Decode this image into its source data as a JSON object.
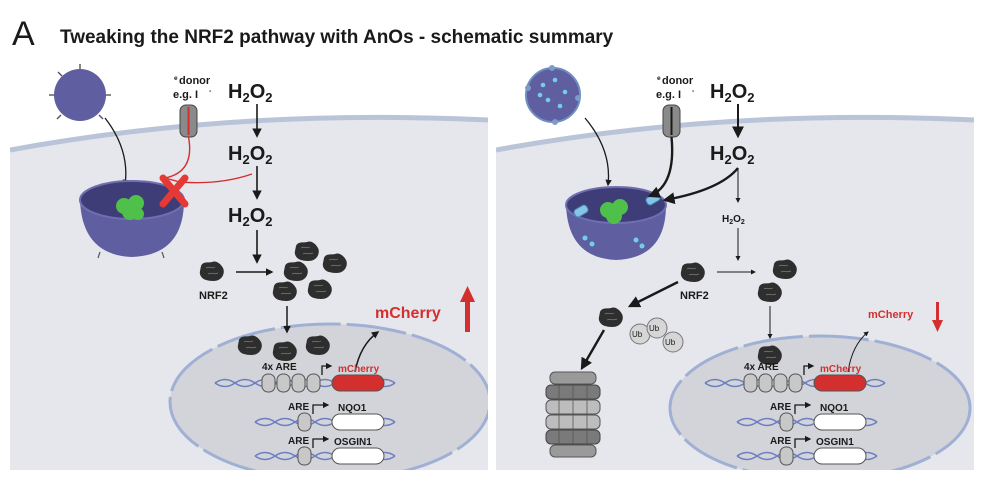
{
  "figure": {
    "panel_letter": "A",
    "title": "Tweaking the NRF2 pathway with AnOs - schematic summary"
  },
  "left": {
    "donor_line1": "donor",
    "donor_line2": "e.g. I",
    "donor_sup_e": "e",
    "donor_sup_minus": "-",
    "h2o2": [
      "H",
      "2",
      "O",
      "2"
    ],
    "nrf2": "NRF2",
    "mcherry_big": "mCherry",
    "are_4x": "4x ARE",
    "mcherry_gene": "mCherry",
    "are": "ARE",
    "nqo1": "NQO1",
    "osgin1": "OSGIN1"
  },
  "right": {
    "donor_line1": "donor",
    "donor_line2": "e.g. I",
    "donor_sup_e": "e",
    "donor_sup_minus": "-",
    "h2o2": [
      "H",
      "2",
      "O",
      "2"
    ],
    "h2o2_small": [
      "H",
      "2",
      "O",
      "2"
    ],
    "nrf2": "NRF2",
    "ub": "Ub",
    "mcherry_small": "mCherry",
    "are_4x": "4x ARE",
    "mcherry_gene": "mCherry",
    "are": "ARE",
    "nqo1": "NQO1",
    "osgin1": "OSGIN1"
  },
  "colors": {
    "cell": "#e6e7ec",
    "membrane": "#b9c4d8",
    "vesicle": "#5f5ea0",
    "cargo": "#4fc04a",
    "nucleus": "#d3d4d9",
    "dna": "#6d7fc0",
    "red": "#d32f2f",
    "protein": "#2e2e2e"
  },
  "icons": [
    "nanoparticle-icon",
    "anos-loaded-icon",
    "endosome-icon",
    "transporter-icon",
    "block-x-icon",
    "nrf2-protein-icon",
    "proteasome-icon",
    "ubiquitin-icon",
    "up-arrow-icon",
    "down-arrow-icon"
  ]
}
